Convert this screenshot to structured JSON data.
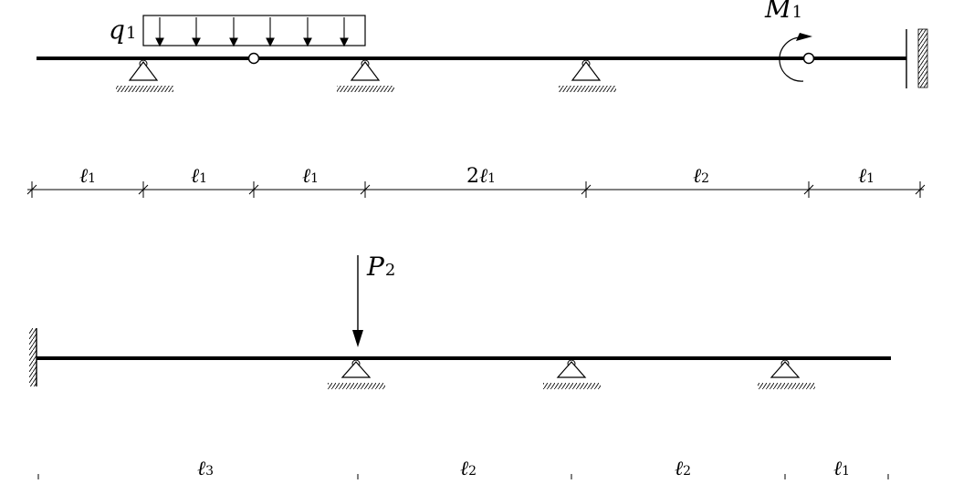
{
  "beam1": {
    "load_q": {
      "symbol": "q",
      "sub": "1"
    },
    "moment_m": {
      "symbol": "M",
      "sub": "1"
    }
  },
  "dims1": [
    {
      "coef": "",
      "sym": "ℓ",
      "sub": "1"
    },
    {
      "coef": "",
      "sym": "ℓ",
      "sub": "1"
    },
    {
      "coef": "",
      "sym": "ℓ",
      "sub": "1"
    },
    {
      "coef": "2",
      "sym": "ℓ",
      "sub": "1"
    },
    {
      "coef": "",
      "sym": "ℓ",
      "sub": "2"
    },
    {
      "coef": "",
      "sym": "ℓ",
      "sub": "1"
    }
  ],
  "beam2": {
    "load_p": {
      "symbol": "P",
      "sub": "2"
    }
  },
  "dims2": [
    {
      "coef": "",
      "sym": "ℓ",
      "sub": "3"
    },
    {
      "coef": "",
      "sym": "ℓ",
      "sub": "2"
    },
    {
      "coef": "",
      "sym": "ℓ",
      "sub": "2"
    },
    {
      "coef": "",
      "sym": "ℓ",
      "sub": "1"
    }
  ]
}
